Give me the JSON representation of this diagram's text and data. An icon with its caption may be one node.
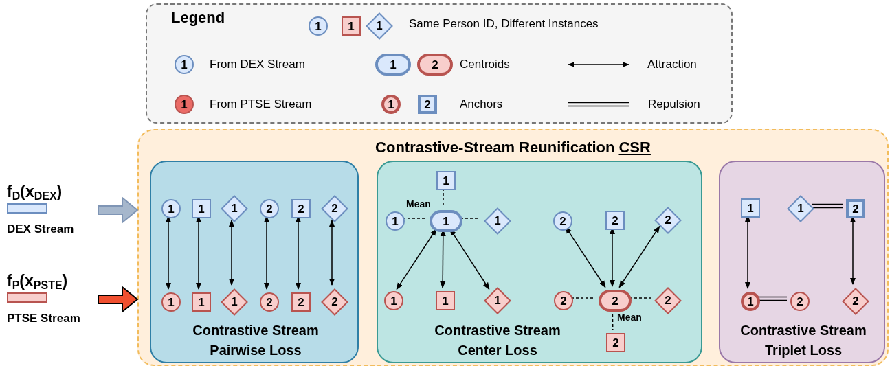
{
  "diagram": {
    "nodes": [
      {
        "text": [
          "Legend"
        ]
      },
      {
        "text": [
          "1"
        ],
        "in": 0
      },
      {
        "text": [
          "1"
        ],
        "in": 0
      },
      {
        "text": [
          "1"
        ],
        "in": 0
      },
      {
        "text": [
          "1"
        ],
        "in": 0
      },
      {
        "text": [
          "1"
        ],
        "in": 0
      },
      {
        "text": [
          "2"
        ],
        "in": 0
      },
      {
        "text": [
          "1"
        ],
        "in": 0
      },
      {
        "text": [
          "1"
        ],
        "in": 0
      },
      {
        "text": [
          "2"
        ],
        "in": 0
      },
      {
        "text": [
          "Contrastive-Stream Reunification",
          "CSR"
        ]
      },
      {
        "text": [
          "f$_{D}$(x$_{DEX}$)",
          "DEX Stream"
        ]
      },
      {
        "text": [
          "f$_{P}$(x$_{PSTE}$)",
          "PTSE Stream"
        ]
      },
      {
        "text": [
          "Contrastive Stream Pairwise Loss"
        ],
        "in": 10
      },
      {
        "text": [
          "1"
        ],
        "in": 13
      },
      {
        "text": [
          "1"
        ],
        "in": 13
      },
      {
        "text": [
          "1"
        ],
        "in": 13
      },
      {
        "text": [
          "2"
        ],
        "in": 13
      },
      {
        "text": [
          "2"
        ],
        "in": 13
      },
      {
        "text": [
          "2"
        ],
        "in": 13
      },
      {
        "text": [
          "1"
        ],
        "in": 13
      },
      {
        "text": [
          "1"
        ],
        "in": 13
      },
      {
        "text": [
          "1"
        ],
        "in": 13
      },
      {
        "text": [
          "2"
        ],
        "in": 13
      },
      {
        "text": [
          "2"
        ],
        "in": 13
      },
      {
        "text": [
          "2"
        ],
        "in": 13
      },
      {
        "text": [
          "Contrastive Stream Center Loss"
        ],
        "in": 10
      },
      {
        "text": [
          "1"
        ],
        "in": 26
      },
      {
        "text": [
          "1"
        ],
        "in": 26
      },
      {
        "text": [
          "1"
        ],
        "in": 26,
        "beside": [
          "Mean"
        ]
      },
      {
        "text": [
          "1"
        ],
        "in": 26
      },
      {
        "text": [
          "1"
        ],
        "in": 26
      },
      {
        "text": [
          "1"
        ],
        "in": 26
      },
      {
        "text": [
          "1"
        ],
        "in": 26
      },
      {
        "text": [
          "2"
        ],
        "in": 26
      },
      {
        "text": [
          "2"
        ],
        "in": 26
      },
      {
        "text": [
          "2"
        ],
        "in": 26
      },
      {
        "text": [
          "2"
        ],
        "in": 26
      },
      {
        "text": [
          "2"
        ],
        "in": 26,
        "beside": [
          "Mean"
        ]
      },
      {
        "text": [
          "2"
        ],
        "in": 26
      },
      {
        "text": [
          "2"
        ],
        "in": 26
      },
      {
        "text": [
          "Contrastive Stream Triplet Loss"
        ],
        "in": 10
      },
      {
        "text": [
          "1"
        ],
        "in": 41
      },
      {
        "text": [
          "1"
        ],
        "in": 41
      },
      {
        "text": [
          "2"
        ],
        "in": 41
      },
      {
        "text": [
          "1"
        ],
        "in": 41
      },
      {
        "text": [
          "2"
        ],
        "in": 41
      },
      {
        "text": [
          "2"
        ],
        "in": 41
      }
    ],
    "edges": [
      {
        "from": 11,
        "to": 10,
        "arrow": "to",
        "style": "thick",
        "color": "#a6b7cc"
      },
      {
        "from": 12,
        "to": 10,
        "arrow": "to",
        "style": "thick",
        "color": "#f05030"
      },
      {
        "from": 14,
        "to": 20,
        "arrow": "both"
      },
      {
        "from": 15,
        "to": 21,
        "arrow": "both"
      },
      {
        "from": 16,
        "to": 22,
        "arrow": "both"
      },
      {
        "from": 17,
        "to": 23,
        "arrow": "both"
      },
      {
        "from": 18,
        "to": 24,
        "arrow": "both"
      },
      {
        "from": 19,
        "to": 25,
        "arrow": "both"
      },
      {
        "from": 27,
        "to": 29,
        "arrow": "none",
        "style": "dashed"
      },
      {
        "from": 28,
        "to": 29,
        "arrow": "none",
        "style": "dashed"
      },
      {
        "from": 29,
        "to": 30,
        "arrow": "none",
        "style": "dashed"
      },
      {
        "from": 29,
        "to": 31,
        "arrow": "both"
      },
      {
        "from": 29,
        "to": 32,
        "arrow": "both"
      },
      {
        "from": 29,
        "to": 33,
        "arrow": "both"
      },
      {
        "from": 34,
        "to": 38,
        "arrow": "both"
      },
      {
        "from": 35,
        "to": 38,
        "arrow": "both"
      },
      {
        "from": 36,
        "to": 38,
        "arrow": "both"
      },
      {
        "from": 37,
        "to": 38,
        "arrow": "none",
        "style": "dashed"
      },
      {
        "from": 38,
        "to": 39,
        "arrow": "none",
        "style": "dashed"
      },
      {
        "from": 38,
        "to": 40,
        "arrow": "none",
        "style": "dashed"
      },
      {
        "from": 42,
        "to": 45,
        "arrow": "both"
      },
      {
        "from": 43,
        "to": 44,
        "arrow": "none"
      },
      {
        "from": 44,
        "to": 47,
        "arrow": "both"
      },
      {
        "from": 45,
        "to": 46,
        "arrow": "none"
      }
    ],
    "legend": [
      {
        "text": "Same Person ID, Different Instances"
      },
      {
        "text": "From DEX Stream"
      },
      {
        "text": "Centroids"
      },
      {
        "text": "Attraction"
      },
      {
        "text": "From PTSE Stream"
      },
      {
        "text": "Anchors"
      },
      {
        "text": "Repulsion"
      }
    ]
  }
}
